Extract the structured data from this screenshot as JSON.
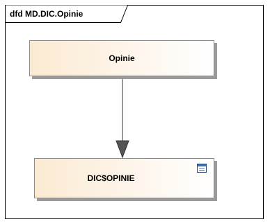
{
  "diagram": {
    "frame_title": "dfd MD.DIC.Opinie",
    "nodes": [
      {
        "label": "Opinie"
      },
      {
        "label": "DIC$OPINIE",
        "icon": "table-icon"
      }
    ],
    "edges": [
      {
        "from": "Opinie",
        "to": "DIC$OPINIE",
        "arrow": "filled-triangle"
      }
    ]
  }
}
